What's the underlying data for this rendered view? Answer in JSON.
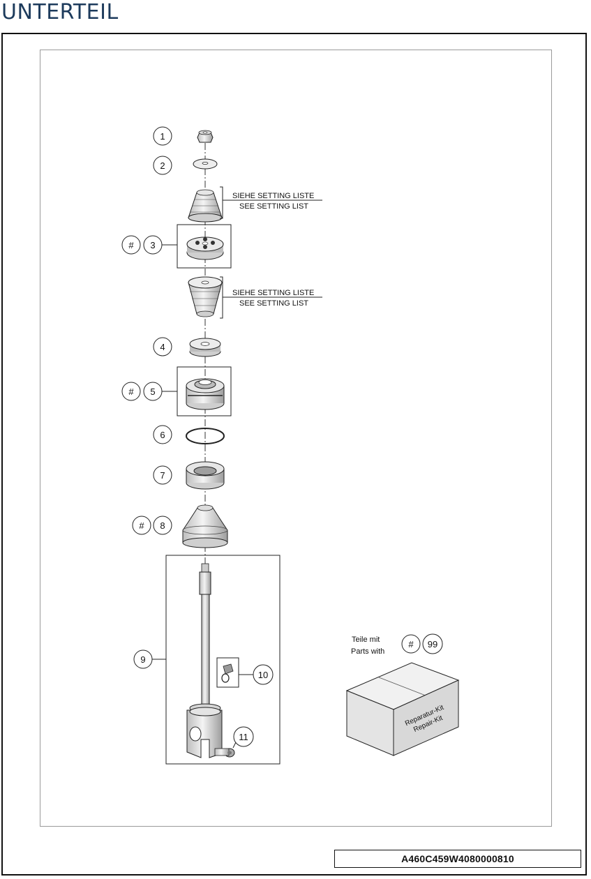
{
  "header": {
    "title": "UNTERTEIL"
  },
  "callouts": {
    "p1": "1",
    "p2": "2",
    "p3": "3",
    "p4": "4",
    "p5": "5",
    "p6": "6",
    "p7": "7",
    "p8": "8",
    "p9": "9",
    "p10": "10",
    "p11": "11",
    "p99": "99",
    "hash": "#"
  },
  "notes": {
    "setting_de": "SIEHE SETTING LISTE",
    "setting_en": "SEE SETTING LIST"
  },
  "kit": {
    "label_de": "Teile mit",
    "label_en": "Parts with",
    "box_text_de": "Reparatur-Kit",
    "box_text_en": "Repair-Kit"
  },
  "footer": {
    "code": "A460C459W4080000810"
  },
  "colors": {
    "title": "#1d3b5c",
    "line": "#111111",
    "frame_inner": "#9a9a9a",
    "part_fill": "#e6e6e6"
  }
}
